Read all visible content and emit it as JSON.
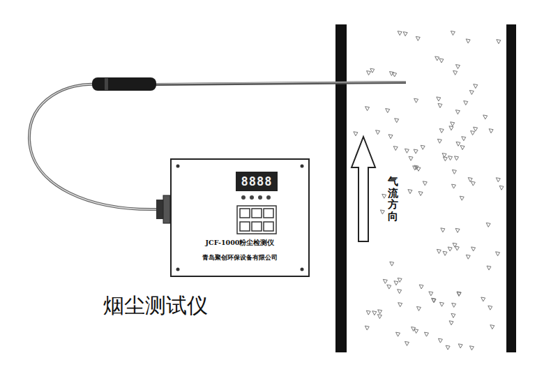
{
  "diagram": {
    "caption": "烟尘测试仪",
    "nodes": [
      {
        "text": [
          "JCF-1000粉尘检测仪",
          "青岛聚创环保设备有限公司"
        ]
      }
    ],
    "labels": [
      "8888",
      "气流方向"
    ]
  }
}
